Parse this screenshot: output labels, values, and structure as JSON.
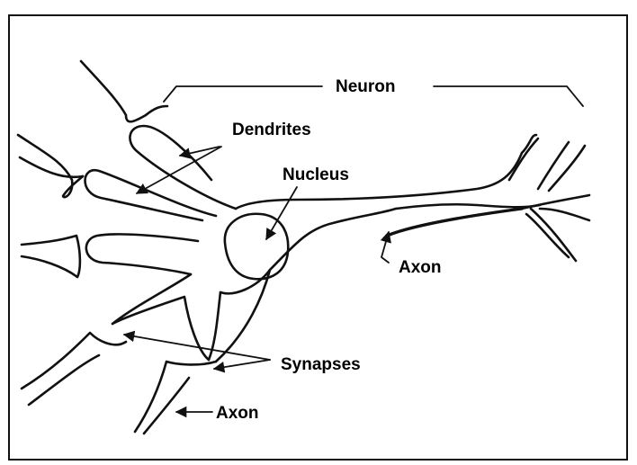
{
  "labels": {
    "neuron": "Neuron",
    "dendrites": "Dendrites",
    "nucleus": "Nucleus",
    "axon_main": "Axon",
    "synapses": "Synapses",
    "axon_incoming": "Axon"
  }
}
